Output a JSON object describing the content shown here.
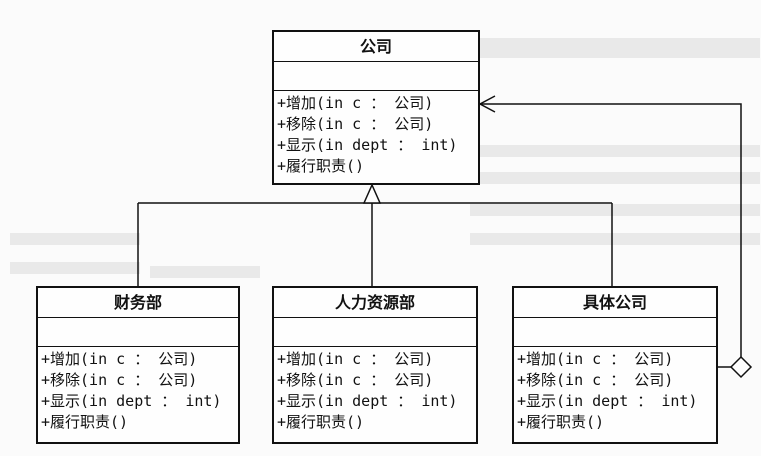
{
  "classes": {
    "company": {
      "name": "公司",
      "operations": [
        "+增加(in c ： 公司)",
        "+移除(in c ： 公司)",
        "+显示(in dept ： int)",
        "+履行职责()"
      ]
    },
    "finance": {
      "name": "财务部",
      "operations": [
        "+增加(in c ： 公司)",
        "+移除(in c ： 公司)",
        "+显示(in dept ： int)",
        "+履行职责()"
      ]
    },
    "hr": {
      "name": "人力资源部",
      "operations": [
        "+增加(in c ： 公司)",
        "+移除(in c ： 公司)",
        "+显示(in dept ： int)",
        "+履行职责()"
      ]
    },
    "concrete": {
      "name": "具体公司",
      "operations": [
        "+增加(in c ： 公司)",
        "+移除(in c ： 公司)",
        "+显示(in dept ： int)",
        "+履行职责()"
      ]
    }
  },
  "relations": [
    {
      "type": "generalization",
      "from": "finance",
      "to": "company"
    },
    {
      "type": "generalization",
      "from": "hr",
      "to": "company"
    },
    {
      "type": "generalization",
      "from": "concrete",
      "to": "company"
    },
    {
      "type": "aggregation",
      "from": "concrete",
      "to": "company"
    }
  ]
}
